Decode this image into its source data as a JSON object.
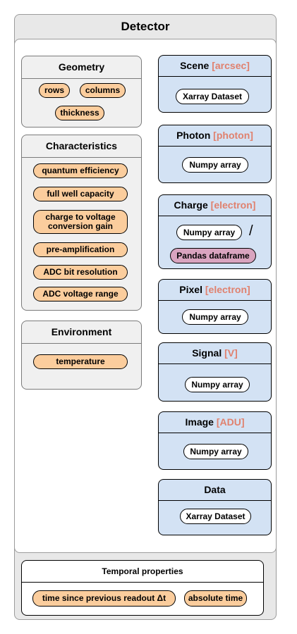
{
  "title": "Detector",
  "groups": {
    "geometry": {
      "title": "Geometry",
      "items": [
        "rows",
        "columns",
        "thickness"
      ]
    },
    "characteristics": {
      "title": "Characteristics",
      "items": [
        "quantum efficiency",
        "full well capacity",
        "charge to voltage\nconversion gain",
        "pre-amplification",
        "ADC bit resolution",
        "ADC voltage range"
      ]
    },
    "environment": {
      "title": "Environment",
      "items": [
        "temperature"
      ]
    }
  },
  "buckets": {
    "scene": {
      "name": "Scene",
      "unit": "[arcsec]",
      "types": [
        "Xarray Dataset"
      ]
    },
    "photon": {
      "name": "Photon",
      "unit": "[photon]",
      "types": [
        "Numpy array"
      ]
    },
    "charge": {
      "name": "Charge",
      "unit": "[electron]",
      "types": [
        "Numpy array",
        "Pandas dataframe"
      ],
      "separator": "/"
    },
    "pixel": {
      "name": "Pixel",
      "unit": "[electron]",
      "types": [
        "Numpy array"
      ]
    },
    "signal": {
      "name": "Signal",
      "unit": "[V]",
      "types": [
        "Numpy array"
      ]
    },
    "image": {
      "name": "Image",
      "unit": "[ADU]",
      "types": [
        "Numpy array"
      ]
    },
    "data": {
      "name": "Data",
      "unit": "",
      "types": [
        "Xarray Dataset"
      ]
    }
  },
  "temporal": {
    "title": "Temporal properties",
    "items": [
      "time since previous readout Δt",
      "absolute time"
    ]
  },
  "colors": {
    "attribute": "#fbcd9d",
    "bucket": "#d3e2f4",
    "unit": "#e0816e",
    "dataframe": "#d9a4bf",
    "group": "#f0f0f0"
  }
}
